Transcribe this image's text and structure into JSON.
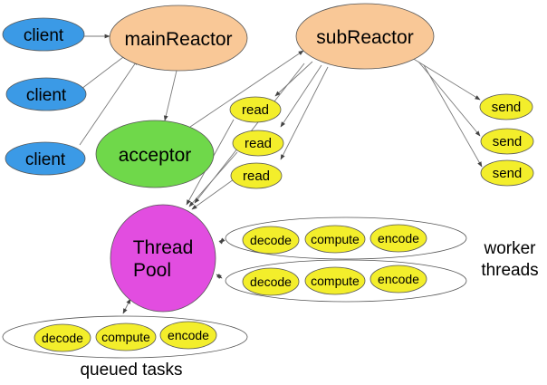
{
  "colors": {
    "client": "#3b9ae6",
    "reactor": "#f9c897",
    "acceptor": "#6fd84a",
    "pool": "#e24de0",
    "task": "#f3ee2b"
  },
  "nodes": {
    "client_1": "client",
    "client_2": "client",
    "client_3": "client",
    "main_reactor": "mainReactor",
    "sub_reactor": "subReactor",
    "acceptor": "acceptor",
    "thread_pool_line1": "Thread",
    "thread_pool_line2": "Pool",
    "read_1": "read",
    "read_2": "read",
    "read_3": "read",
    "send_1": "send",
    "send_2": "send",
    "send_3": "send"
  },
  "worker_rows": [
    {
      "decode": "decode",
      "compute": "compute",
      "encode": "encode"
    },
    {
      "decode": "decode",
      "compute": "compute",
      "encode": "encode"
    }
  ],
  "queued_row": {
    "decode": "decode",
    "compute": "compute",
    "encode": "encode"
  },
  "labels": {
    "worker_threads_line1": "worker",
    "worker_threads_line2": "threads",
    "queued_tasks": "queued tasks"
  }
}
